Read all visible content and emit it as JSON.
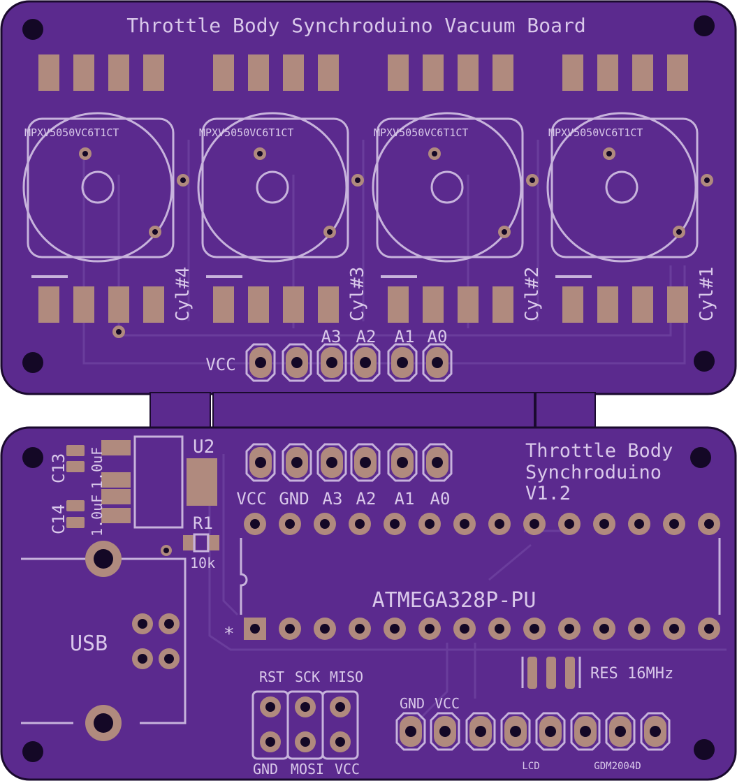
{
  "top_board": {
    "title": "Throttle Body Synchroduino Vacuum Board",
    "sensor_part": "MPXV5050VC6T1CT",
    "cylinders": [
      "Cyl#4",
      "Cyl#3",
      "Cyl#2",
      "Cyl#1"
    ],
    "header_labels": [
      "VCC",
      "A3",
      "A2",
      "A1",
      "A0"
    ]
  },
  "bottom_board": {
    "title_lines": [
      "Throttle Body",
      "Synchroduino",
      "V1.2"
    ],
    "u2": "U2",
    "c13": "C13",
    "c14": "C14",
    "cap_value_1": "1.0uF",
    "cap_value_2": "1.0uF",
    "r1": "R1",
    "r1_value": "10k",
    "usb": "USB",
    "header_labels": [
      "VCC",
      "GND",
      "A3",
      "A2",
      "A1",
      "A0"
    ],
    "mcu": "ATMEGA328P-PU",
    "pin1_mark": "*",
    "crystal": "RES 16MHz",
    "isp_top": [
      "RST",
      "SCK",
      "MISO"
    ],
    "isp_bottom": [
      "GND",
      "MOSI",
      "VCC"
    ],
    "lcd_power": [
      "GND",
      "VCC"
    ],
    "lcd_label": "LCD",
    "lcd_model": "GDM2004D"
  },
  "colors": {
    "board": "#5b2a8e",
    "board_edge": "#1a0a2e",
    "silkscreen": "#c7b3dc",
    "copper": "#b08a7e",
    "hole": "#140826"
  }
}
